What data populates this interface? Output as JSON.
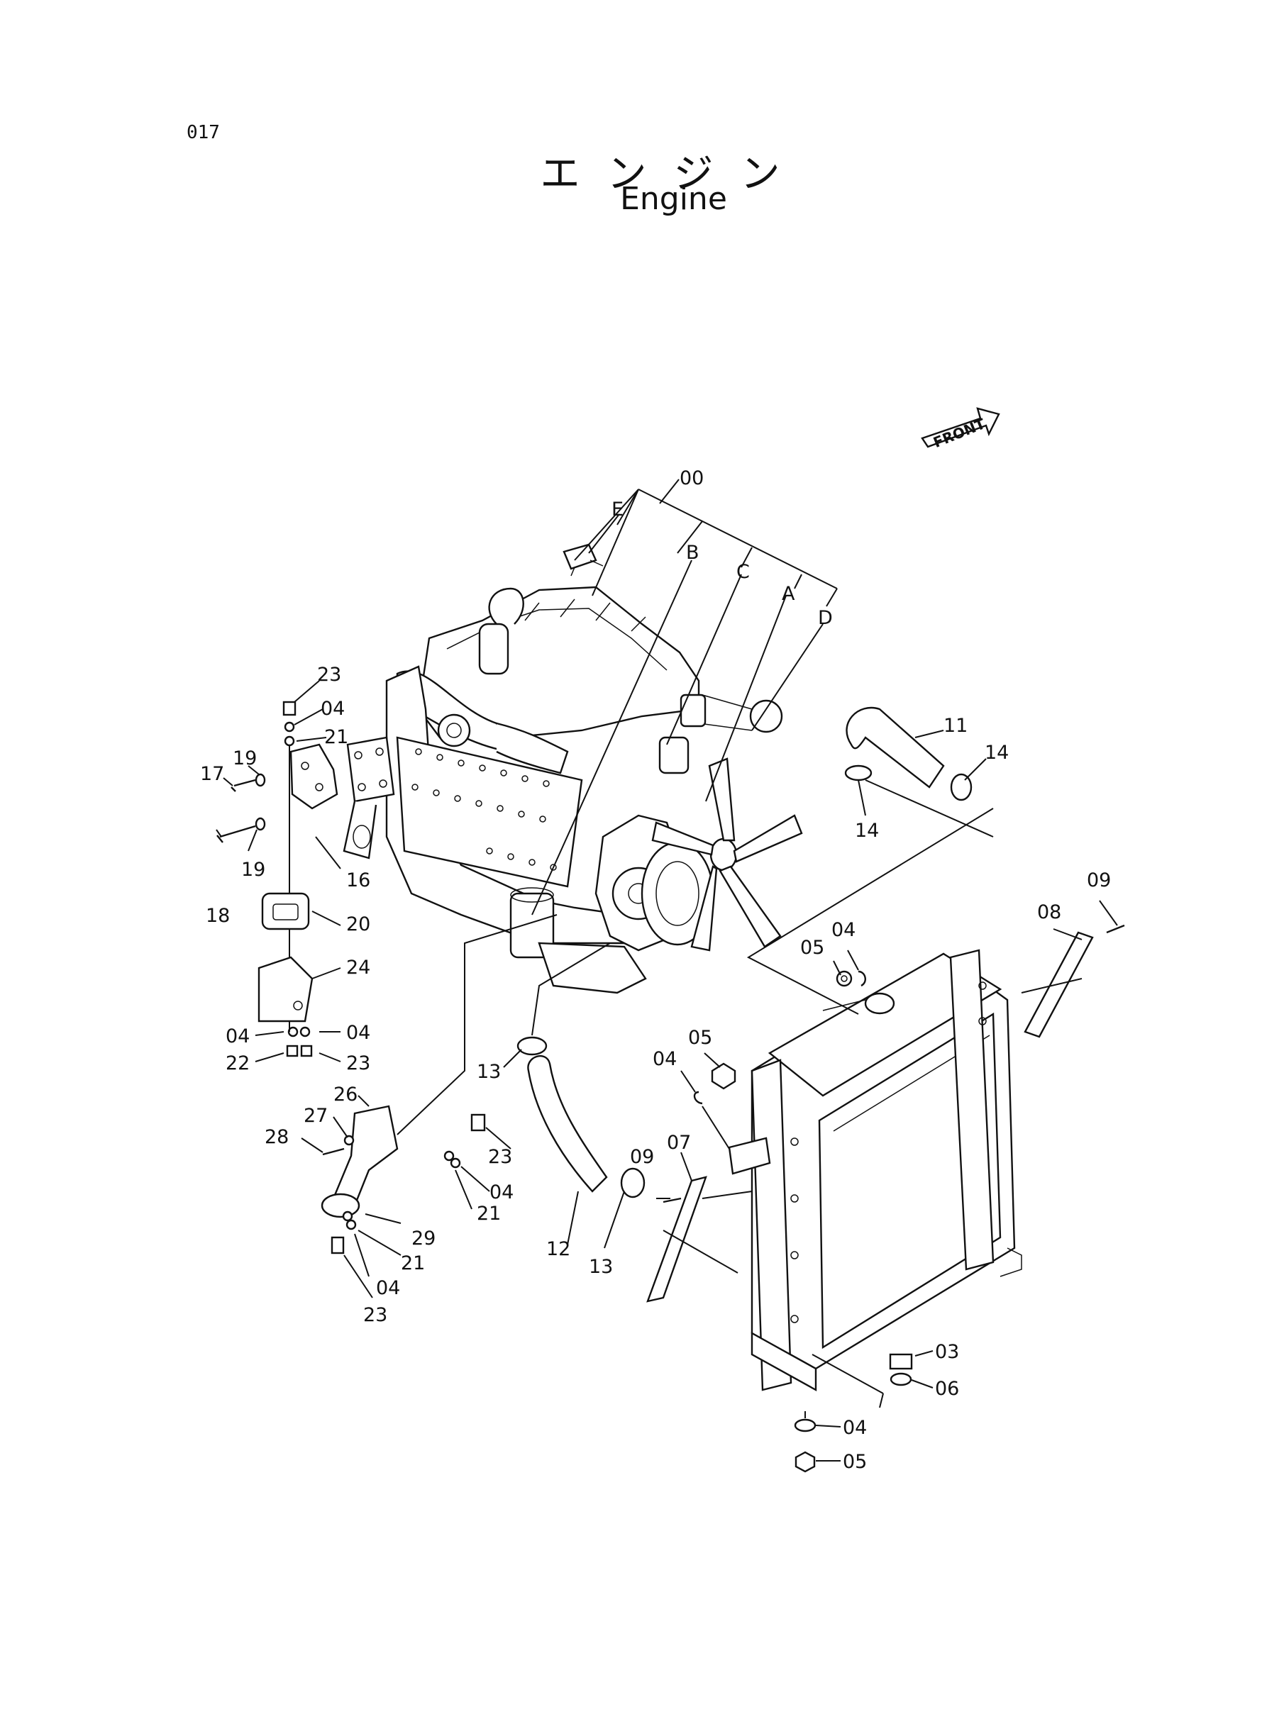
{
  "page_number": "017",
  "title_jp": "エンジン",
  "title_en": "Engine",
  "front_label": "FRONT",
  "callouts": {
    "c00": "00",
    "cA": "A",
    "cB": "B",
    "cC": "C",
    "cD": "D",
    "cE": "E",
    "c03": "03",
    "c04a": "04",
    "c04b": "04",
    "c04c": "04",
    "c04d": "04",
    "c04e": "04",
    "c04f": "04",
    "c04g": "04",
    "c04h": "04",
    "c05a": "05",
    "c05b": "05",
    "c05c": "05",
    "c06": "06",
    "c07": "07",
    "c08": "08",
    "c09a": "09",
    "c09b": "09",
    "c11": "11",
    "c12": "12",
    "c13a": "13",
    "c13b": "13",
    "c14a": "14",
    "c14b": "14",
    "c16": "16",
    "c17": "17",
    "c18": "18",
    "c19a": "19",
    "c19b": "19",
    "c20": "20",
    "c21a": "21",
    "c21b": "21",
    "c21c": "21",
    "c22": "22",
    "c23a": "23",
    "c23b": "23",
    "c23c": "23",
    "c23d": "23",
    "c24": "24",
    "c26": "26",
    "c27": "27",
    "c28": "28",
    "c29": "29"
  }
}
